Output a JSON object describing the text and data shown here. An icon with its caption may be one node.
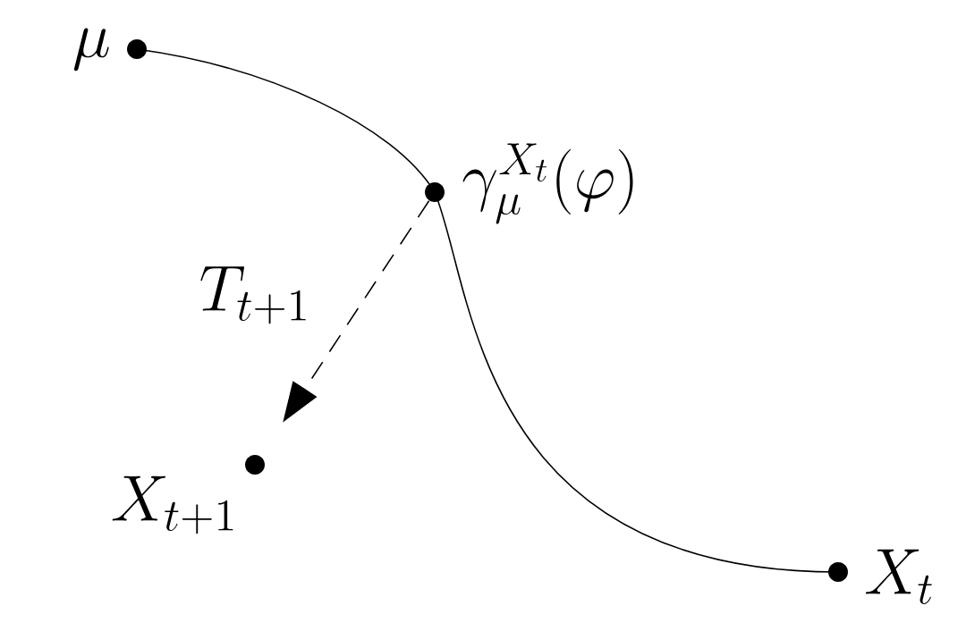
{
  "diagram": {
    "nodes": [
      {
        "text": [],
        "shape": "circle",
        "beside": [
          "\\mu"
        ]
      },
      {
        "text": [],
        "shape": "circle",
        "beside": [
          "\\gamma_{\\mu}^{X_t}(\\varphi)"
        ]
      },
      {
        "text": [],
        "shape": "circle",
        "beside": [
          "X_{t+1}"
        ]
      },
      {
        "text": [],
        "shape": "circle",
        "beside": [
          "X_t"
        ]
      }
    ],
    "edges": [
      {
        "from": 0,
        "to": 1,
        "arrow": "none"
      },
      {
        "from": 1,
        "to": 3,
        "arrow": "none"
      },
      {
        "from": 1,
        "to": 2,
        "arrow": "to",
        "style": "dashed",
        "label": "T_{t+1}"
      }
    ]
  }
}
